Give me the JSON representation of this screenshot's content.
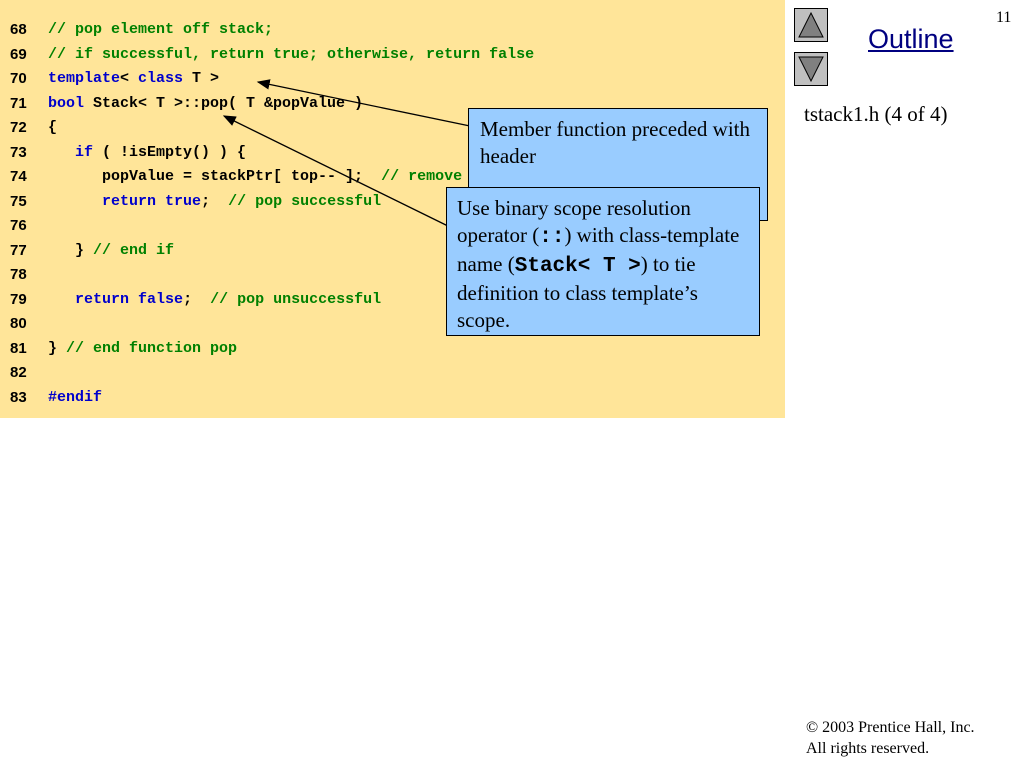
{
  "slide": {
    "page_number": "11",
    "outline_label": "Outline",
    "file_label": "tstack1.h (4 of 4)",
    "footer": {
      "copyright": "© 2003 Prentice Hall, Inc.",
      "rights": "All rights reserved."
    }
  },
  "code": {
    "lines": [
      {
        "num": "68",
        "parts": [
          {
            "t": "// pop element off stack;",
            "c": "cm"
          }
        ]
      },
      {
        "num": "69",
        "parts": [
          {
            "t": "// if successful, return true; otherwise, return false",
            "c": "cm"
          }
        ]
      },
      {
        "num": "70",
        "parts": [
          {
            "t": "template",
            "c": "kw"
          },
          {
            "t": "< ",
            "c": "tx"
          },
          {
            "t": "class",
            "c": "kw"
          },
          {
            "t": " T >",
            "c": "tx"
          }
        ]
      },
      {
        "num": "71",
        "parts": [
          {
            "t": "bool",
            "c": "kw"
          },
          {
            "t": " Stack< T >::pop( T &popValue )",
            "c": "tx"
          }
        ]
      },
      {
        "num": "72",
        "parts": [
          {
            "t": "{",
            "c": "tx"
          }
        ]
      },
      {
        "num": "73",
        "parts": [
          {
            "t": "   ",
            "c": "tx"
          },
          {
            "t": "if",
            "c": "kw"
          },
          {
            "t": " ( !isEmpty() ) {",
            "c": "tx"
          }
        ]
      },
      {
        "num": "74",
        "parts": [
          {
            "t": "      popValue = stackPtr[ top-- ];  ",
            "c": "tx"
          },
          {
            "t": "// remove item",
            "c": "cm"
          }
        ]
      },
      {
        "num": "75",
        "parts": [
          {
            "t": "      ",
            "c": "tx"
          },
          {
            "t": "return",
            "c": "kw"
          },
          {
            "t": " ",
            "c": "tx"
          },
          {
            "t": "true",
            "c": "kw"
          },
          {
            "t": ";  ",
            "c": "tx"
          },
          {
            "t": "// pop successful",
            "c": "cm"
          }
        ]
      },
      {
        "num": "76",
        "parts": []
      },
      {
        "num": "77",
        "parts": [
          {
            "t": "   } ",
            "c": "tx"
          },
          {
            "t": "// end if",
            "c": "cm"
          }
        ]
      },
      {
        "num": "78",
        "parts": []
      },
      {
        "num": "79",
        "parts": [
          {
            "t": "   ",
            "c": "tx"
          },
          {
            "t": "return",
            "c": "kw"
          },
          {
            "t": " ",
            "c": "tx"
          },
          {
            "t": "false",
            "c": "kw"
          },
          {
            "t": ";  ",
            "c": "tx"
          },
          {
            "t": "// pop unsuccessful",
            "c": "cm"
          }
        ]
      },
      {
        "num": "80",
        "parts": []
      },
      {
        "num": "81",
        "parts": [
          {
            "t": "} ",
            "c": "tx"
          },
          {
            "t": "// end function pop",
            "c": "cm"
          }
        ]
      },
      {
        "num": "82",
        "parts": []
      },
      {
        "num": "83",
        "parts": [
          {
            "t": "#endif",
            "c": "kw"
          }
        ]
      }
    ]
  },
  "callouts": {
    "header": {
      "text": "Member function preceded with header"
    },
    "scope": {
      "text1": "Use binary scope resolution operator (",
      "code1": "::",
      "text2": ") with class-template name (",
      "code2": "Stack< T >",
      "text3": ") to tie definition to class template’s scope."
    }
  },
  "colors": {
    "code_background": "#ffe599",
    "callout_background": "#99ccff",
    "comment": "#008000",
    "keyword": "#0000cc",
    "outline_link": "#000080"
  },
  "icons": {
    "up": "triangle-up-icon",
    "down": "triangle-down-icon"
  }
}
